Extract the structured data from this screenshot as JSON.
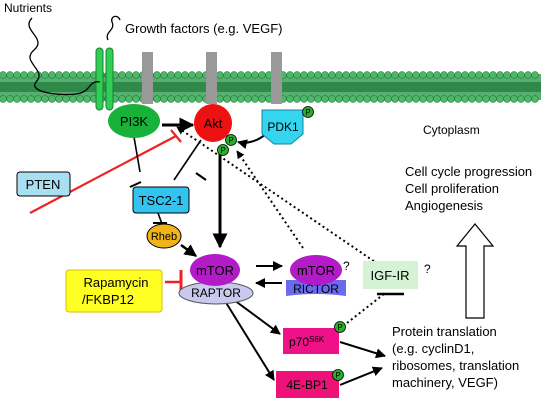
{
  "labels": {
    "nutrients": "Nutrients",
    "growth_factors": "Growth factors (e.g. VEGF)",
    "cytoplasm": "Cytoplasm",
    "pi3k": "PI3K",
    "akt": "Akt",
    "pdk1": "PDK1",
    "pten": "PTEN",
    "tsc": "TSC2-1",
    "rheb": "Rheb",
    "mtor_raptor": "mTOR",
    "raptor": "RAPTOR",
    "mtor_rictor": "mTOR",
    "rictor": "RICTOR",
    "question_mark": "?",
    "igf_ir": "IGF-IR",
    "rapamycin_line1": "Rapamycin",
    "rapamycin_line2": "/FKBP12",
    "p70_base": "p70",
    "p70_sup": "S6K",
    "four_ebp1": "4E-BP1",
    "phospho": "P",
    "outcomes": [
      "Cell cycle progression",
      "Cell proliferation",
      "Angiogenesis"
    ],
    "translation": [
      "Protein translation",
      "(e.g. cyclinD1,",
      "ribosomes, translation",
      "machinery, VEGF)"
    ]
  },
  "colors": {
    "membrane": "#3a9a5a",
    "membrane_head": "#4cb86a",
    "pi3k": "#18b23a",
    "akt": "#ee1111",
    "pdk1": "#33d6ee",
    "pten": "#a8e0f2",
    "tsc": "#33c3ef",
    "rheb": "#f0b318",
    "mtor": "#b31ac8",
    "raptor": "#c9c8ee",
    "rictor": "#6a6af0",
    "igf": "#d4f2d4",
    "rapamycin": "#ffff22",
    "p70": "#ee1188",
    "four_ebp1": "#ee1177",
    "phospho": "#28b028",
    "inhibit_red": "#ee2222"
  }
}
